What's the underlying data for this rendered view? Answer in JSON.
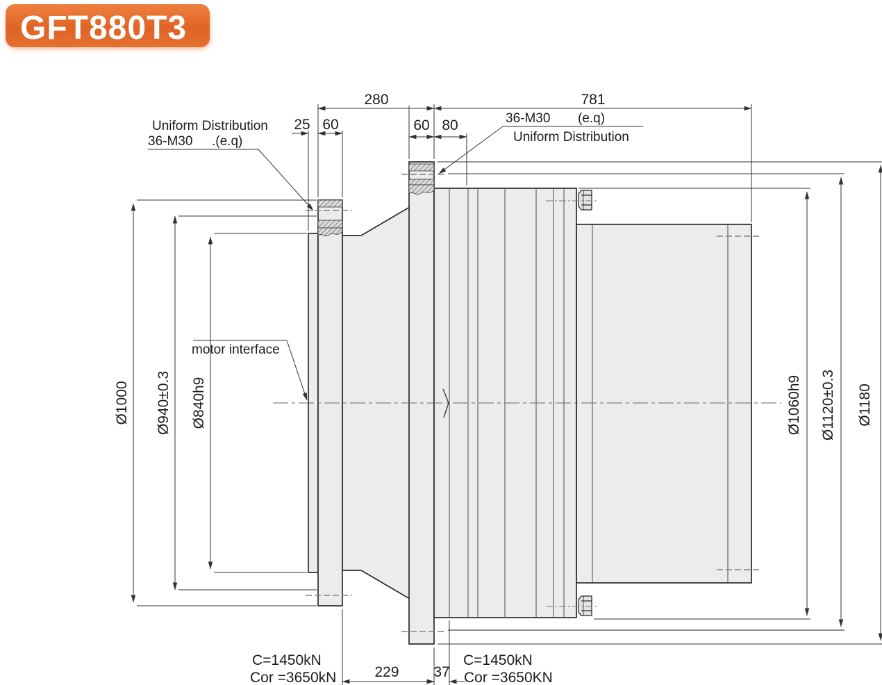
{
  "badge": {
    "label": "GFT880T3"
  },
  "dims": {
    "overall_left": "280",
    "overall_right": "781",
    "pilot_depth": "25",
    "flange1_width": "60",
    "flange2_width": "60",
    "flange2_to_joint": "80",
    "bottom_left": "229",
    "bottom_right": "37"
  },
  "diameters": {
    "left_outer": "Ø1000",
    "left_bolt_circle": "Ø940±0.3",
    "left_pilot": "Ø840h9",
    "right_housing": "Ø1060h9",
    "right_bolt_circle": "Ø1120±0.3",
    "right_outer": "Ø1180"
  },
  "labels": {
    "left_line1": "Uniform Distribution",
    "left_line2": "36-M30",
    "left_line2_suffix": ".(e.q)",
    "right_line1": "36-M30",
    "right_line1_suffix": "(e.q)",
    "right_line2": "Uniform Distribution",
    "motor_interface": "motor interface"
  },
  "loads": {
    "left_c": "C=1450kN",
    "left_cor": "Cor =3650kN",
    "right_c": "C=1450kN",
    "right_cor": "Cor =3650KN"
  },
  "colors": {
    "badge_orange": "#e06425",
    "body_fill": "#ececee",
    "outline": "#2c2c2c",
    "dim_line": "#333333"
  }
}
